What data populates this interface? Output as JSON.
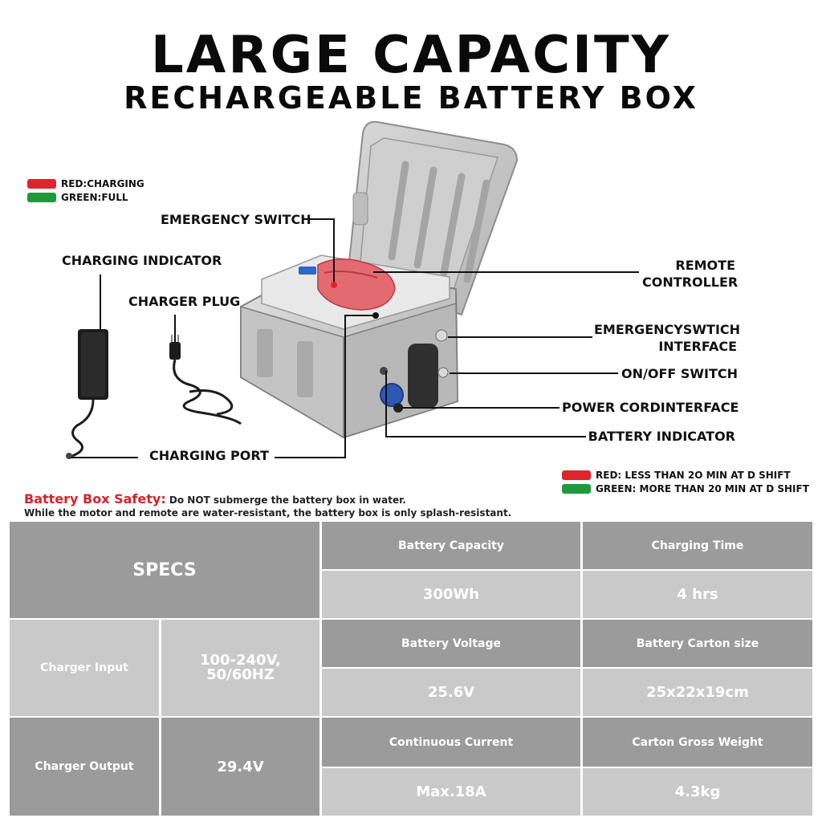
{
  "header": {
    "title": "LARGE CAPACITY",
    "subtitle": "RECHARGEABLE BATTERY BOX"
  },
  "indicator_legend": {
    "red": "RED:CHARGING",
    "green": "GREEN:FULL"
  },
  "callouts": {
    "emergency_switch": "EMERGENCY SWITCH",
    "charging_indicator": "CHARGING INDICATOR",
    "charger_plug": "CHARGER PLUG",
    "charging_port": "CHARGING PORT",
    "remote_controller_1": "REMOTE",
    "remote_controller_2": "CONTROLLER",
    "emergency_interface_1": "EMERGENCYSWTICH",
    "emergency_interface_2": "INTERFACE",
    "on_off_switch": "ON/OFF SWITCH",
    "power_cord_interface": "POWER CORDINTERFACE",
    "battery_indicator": "BATTERY INDICATOR"
  },
  "battery_legend": {
    "red": "RED: LESS THAN 2O MIN AT D SHIFT",
    "green": "GREEN: MORE THAN 20 MIN AT D SHIFT"
  },
  "safety": {
    "heading": "Battery Box Safety:",
    "line1": "Do NOT submerge the battery box in water.",
    "line2": "While the motor and remote are water-resistant, the battery box is only splash-resistant."
  },
  "specs": {
    "title": "SPECS",
    "charger_input_label": "Charger Input",
    "charger_input_value_1": "100-240V,",
    "charger_input_value_2": "50/60HZ",
    "charger_output_label": "Charger Output",
    "charger_output_value": "29.4V",
    "battery_capacity_label": "Battery Capacity",
    "battery_capacity_value": "300Wh",
    "charging_time_label": "Charging Time",
    "charging_time_value": "4 hrs",
    "battery_voltage_label": "Battery Voltage",
    "battery_voltage_value": "25.6V",
    "carton_size_label": "Battery Carton size",
    "carton_size_value": "25x22x19cm",
    "continuous_current_label": "Continuous Current",
    "continuous_current_value": "Max.18A",
    "gross_weight_label": "Carton Gross Weight",
    "gross_weight_value": "4.3kg"
  },
  "colors": {
    "indicator_red": "#e0242b",
    "indicator_green": "#1e9a3c",
    "safety_red": "#d8232a",
    "table_dark": "#9b9b9b",
    "table_light": "#c9c9c9"
  }
}
